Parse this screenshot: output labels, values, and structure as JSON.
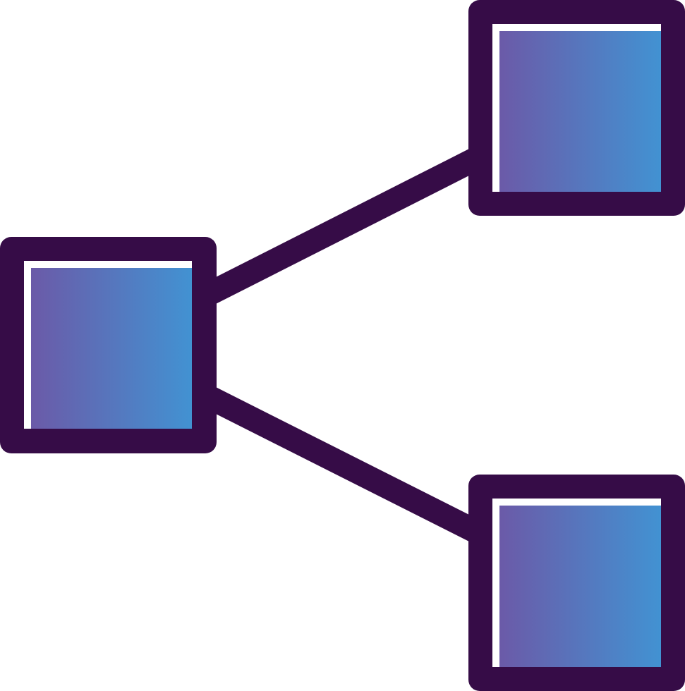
{
  "icon": {
    "name": "share-network-icon",
    "nodes": [
      "left-node",
      "top-right-node",
      "bottom-right-node"
    ]
  },
  "colors": {
    "background": "#ffffff",
    "outline": "#360c47",
    "inner_highlight": "#ffffff",
    "gradient_start": "#6b5aa8",
    "gradient_end": "#4292d2"
  }
}
